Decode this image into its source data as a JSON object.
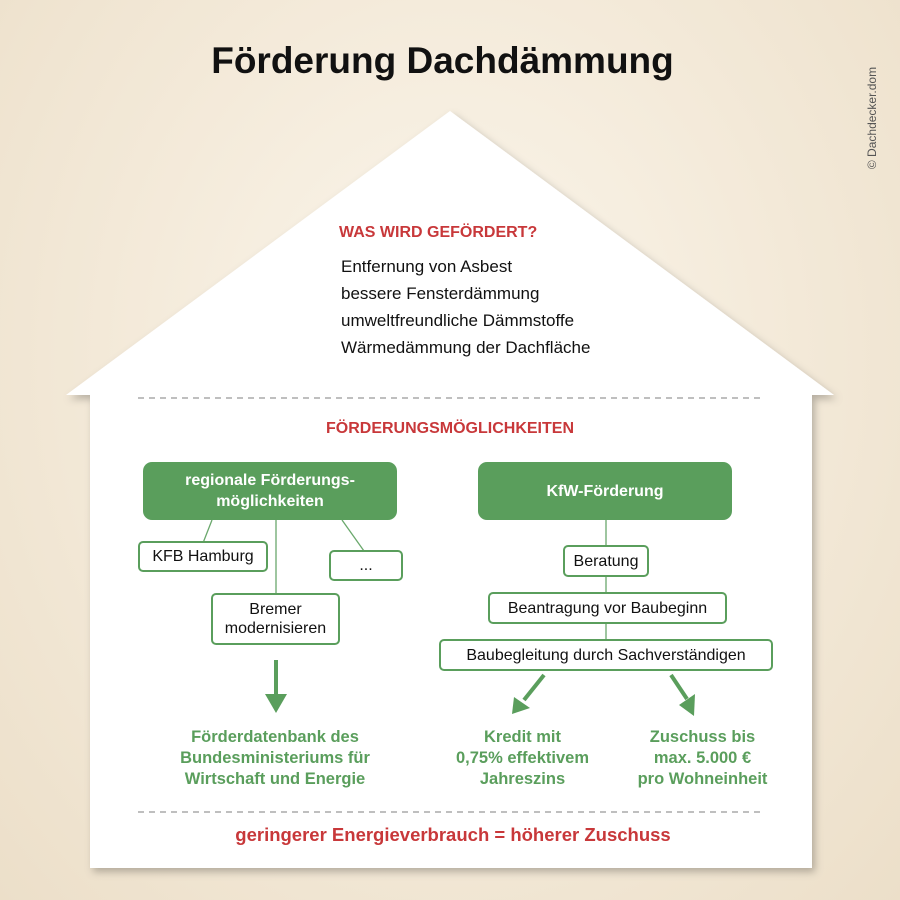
{
  "title": "Förderung Dachdämmung",
  "copyright": "© Dachdecker.dom",
  "what": {
    "heading": "WAS WIRD GEFÖRDERT?",
    "items": [
      "Entfernung von Asbest",
      "bessere Fensterdämmung",
      "umweltfreundliche Dämmstoffe",
      "Wärmedämmung der Dachfläche"
    ]
  },
  "options": {
    "heading": "FÖRDERUNGSMÖGLICHKEITEN",
    "regional": {
      "label_line1": "regionale Förderungs-",
      "label_line2": "möglichkeiten",
      "kfb": "KFB Hamburg",
      "more": "...",
      "bremen_line1": "Bremer",
      "bremen_line2": "modernisieren",
      "result_lines": [
        "Förderdatenbank des",
        "Bundesministeriums für",
        "Wirtschaft und Energie"
      ]
    },
    "kfw": {
      "label": "KfW-Förderung",
      "steps": [
        "Beratung",
        "Beantragung vor Baubeginn",
        "Baubegleitung durch Sachverständigen"
      ],
      "credit_lines": [
        "Kredit mit",
        "0,75% effektivem",
        "Jahreszins"
      ],
      "grant_lines": [
        "Zuschuss bis",
        "max. 5.000 €",
        "pro Wohneinheit"
      ]
    }
  },
  "footer": "geringerer Energieverbrauch = höherer Zuschuss",
  "colors": {
    "accent_green": "#5a9e5c",
    "accent_red": "#c8383a",
    "background": "#f3e9d8",
    "house": "#ffffff"
  }
}
